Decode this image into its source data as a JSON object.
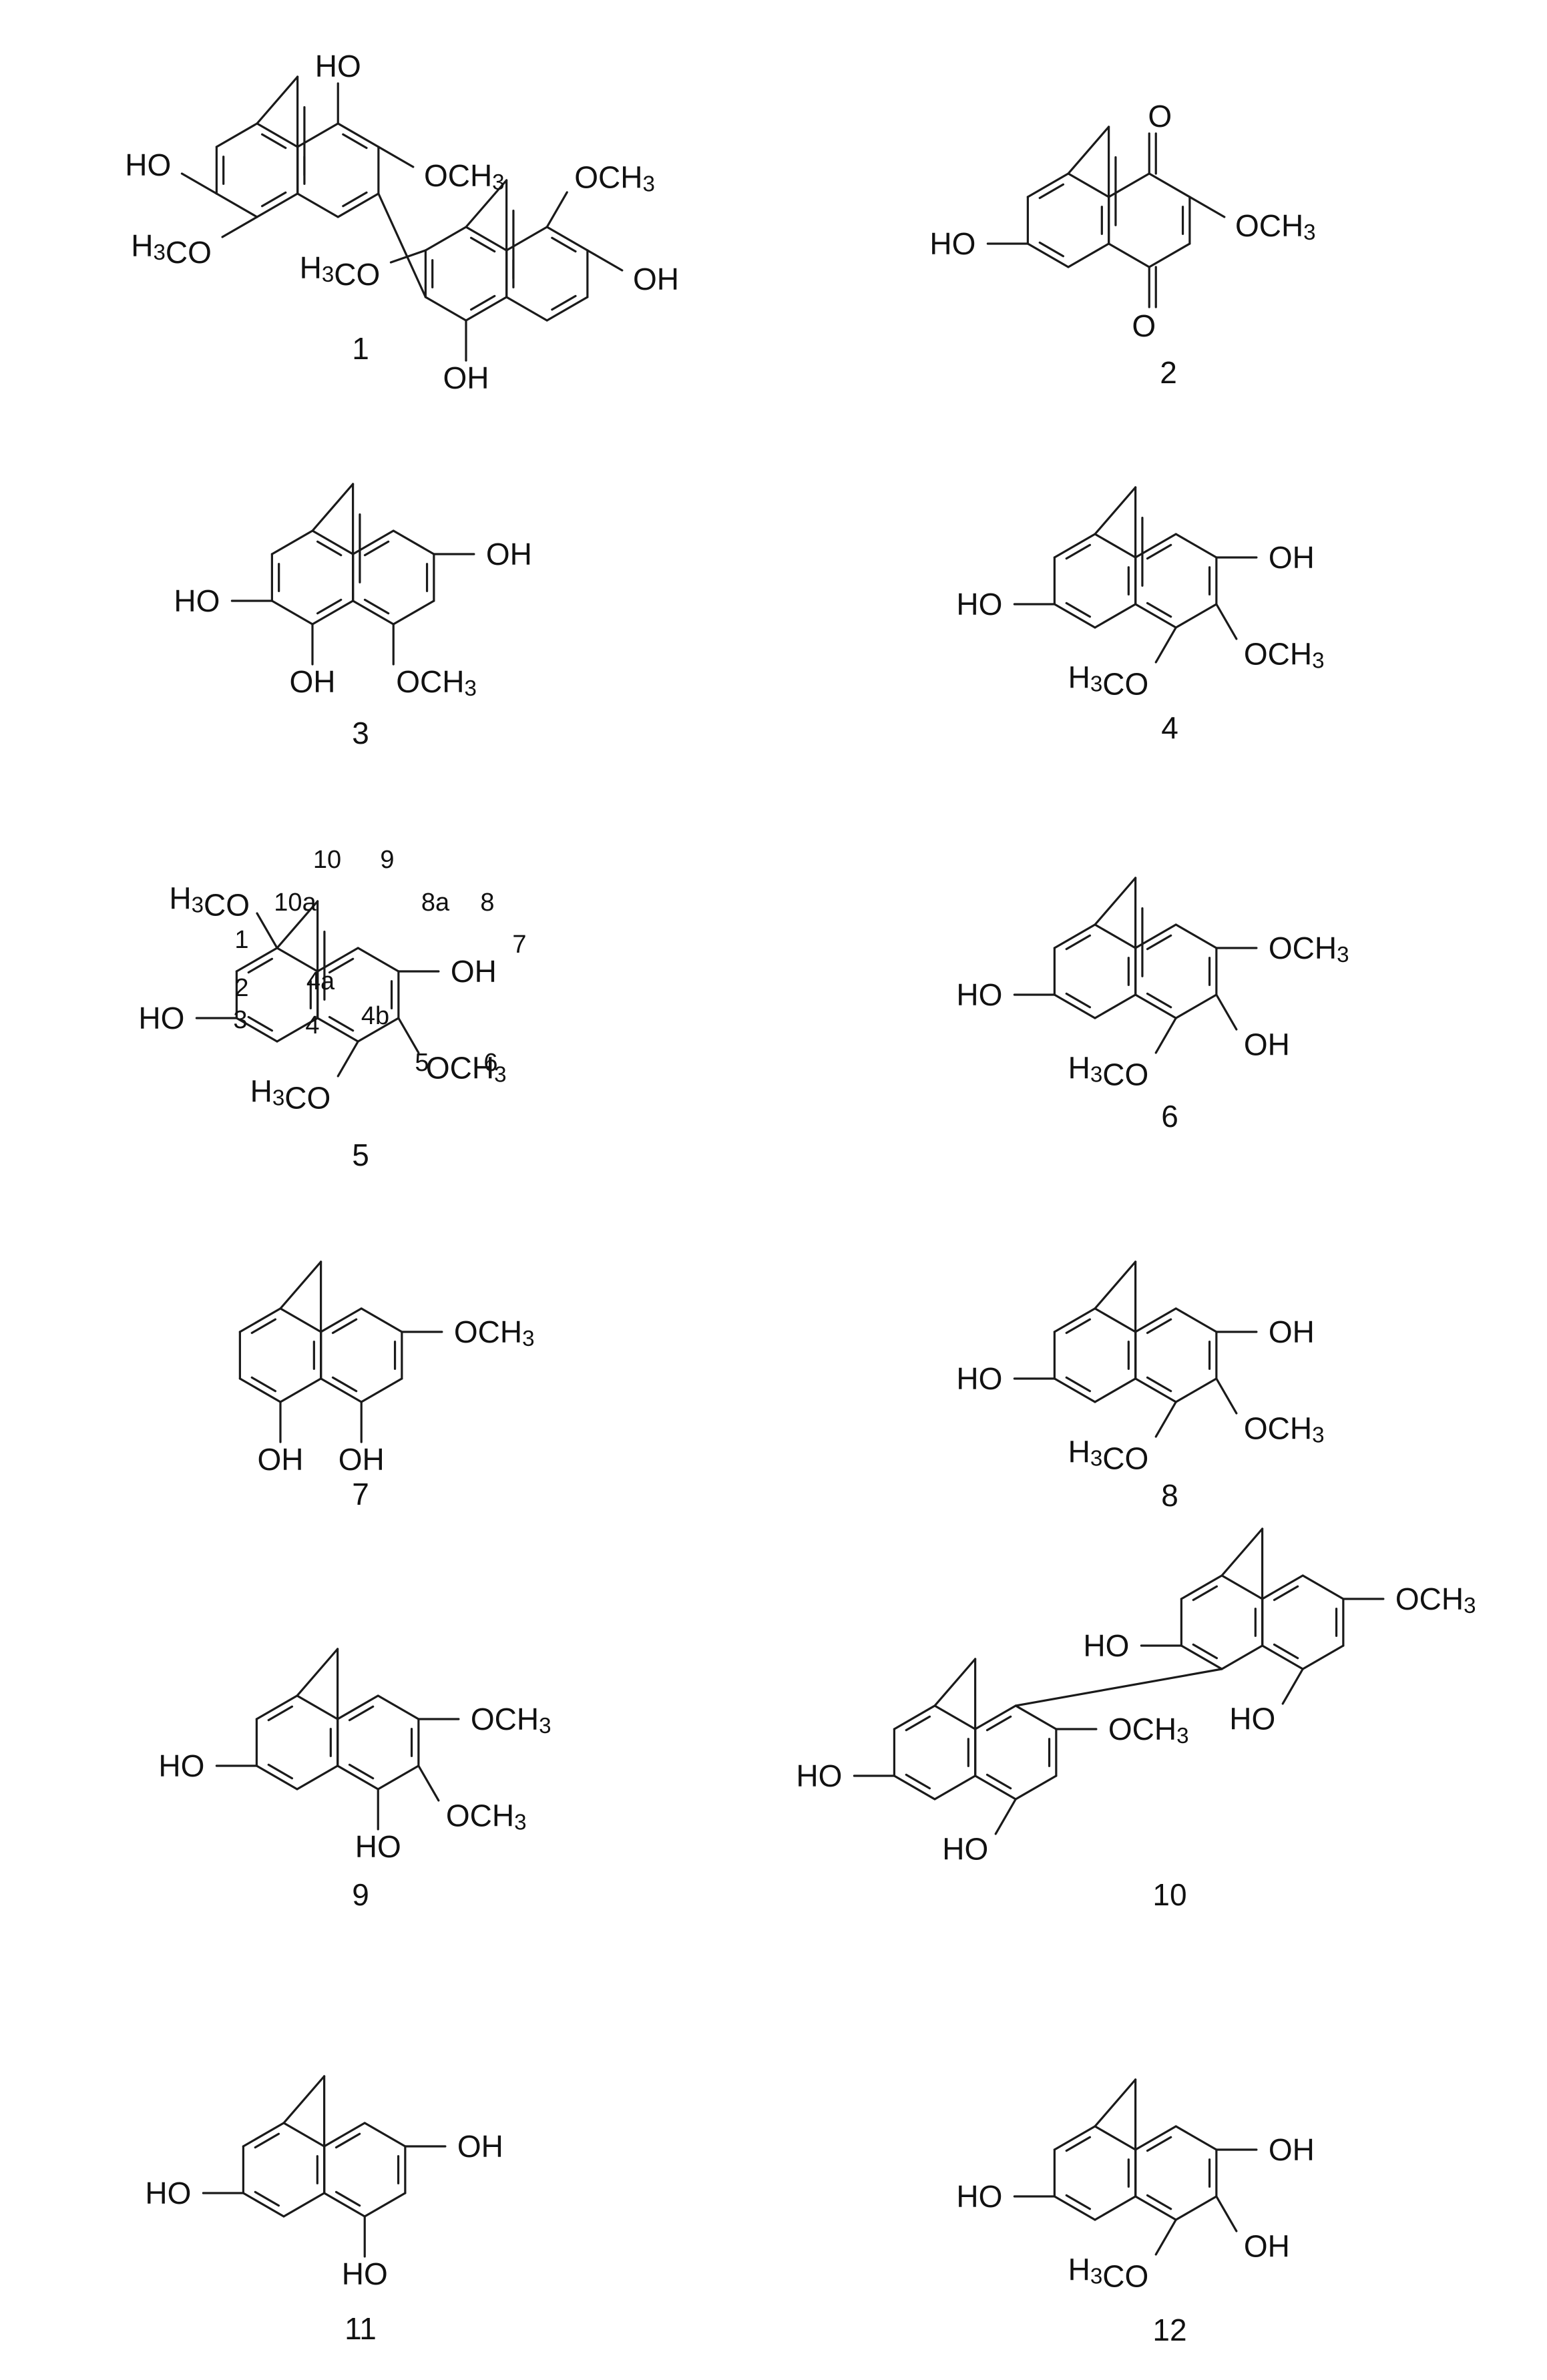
{
  "compounds": [
    {
      "number": "1",
      "groups": {
        "oh_top": "HO",
        "ho_left": "HO",
        "meo_left": "H3CO",
        "ome_top": "OCH3",
        "ome_right": "OCH3",
        "oh_right": "OH",
        "meo_lower": "H3CO",
        "oh_bottom": "OH"
      }
    },
    {
      "number": "2",
      "groups": {
        "ho": "HO",
        "o_top": "O",
        "o_bottom": "O",
        "ome": "OCH3"
      }
    },
    {
      "number": "3",
      "groups": {
        "ho": "HO",
        "oh_right": "OH",
        "oh_bottom": "OH",
        "ome_bottom": "OCH3"
      }
    },
    {
      "number": "4",
      "groups": {
        "ho": "HO",
        "oh_right": "OH",
        "meo_bottom": "H3CO",
        "ome_bottom": "OCH3"
      }
    },
    {
      "number": "5",
      "groups": {
        "meo_top": "H3CO",
        "ho": "HO",
        "oh_right": "OH",
        "meo_bottom": "H3CO",
        "ome_bottom": "OCH3"
      },
      "locants": [
        "10",
        "9",
        "10a",
        "8a",
        "8",
        "1",
        "7",
        "4a",
        "2",
        "3",
        "4b",
        "4",
        "5",
        "6"
      ]
    },
    {
      "number": "6",
      "groups": {
        "ho": "HO",
        "ome_right": "OCH3",
        "meo_bottom": "H3CO",
        "oh_bottom": "OH"
      }
    },
    {
      "number": "7",
      "groups": {
        "ome_right": "OCH3",
        "oh_a": "OH",
        "oh_b": "OH"
      }
    },
    {
      "number": "8",
      "groups": {
        "ho": "HO",
        "oh_right": "OH",
        "meo_bottom": "H3CO",
        "ome_bottom": "OCH3"
      }
    },
    {
      "number": "9",
      "groups": {
        "ho": "HO",
        "ome_right": "OCH3",
        "ho_bottom": "HO",
        "ome_bottom": "OCH3"
      }
    },
    {
      "number": "10",
      "groups": {
        "ho_upper": "HO",
        "ome_top": "OCH3",
        "ho_mid": "HO",
        "ho_left": "HO",
        "ome_mid": "OCH3",
        "ho_bottom": "HO"
      }
    },
    {
      "number": "11",
      "groups": {
        "ho": "HO",
        "oh_right": "OH",
        "ho_bottom": "HO"
      }
    },
    {
      "number": "12",
      "groups": {
        "ho": "HO",
        "oh_right": "OH",
        "meo_bottom": "H3CO",
        "oh_bottom": "OH"
      }
    }
  ],
  "colors": {
    "bond": "#1a1a1a",
    "text": "#111111",
    "background": "#ffffff"
  }
}
